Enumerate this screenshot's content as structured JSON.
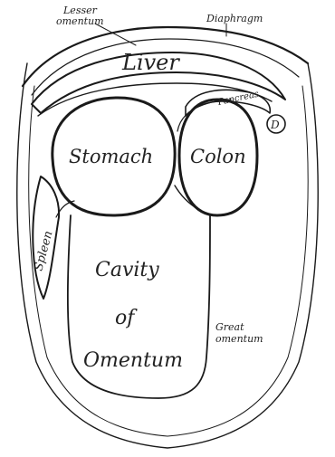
{
  "labels": {
    "lesser_omentum_1": "Lesser",
    "lesser_omentum_2": "omentum",
    "diaphragm": "Diaphragm",
    "liver": "Liver",
    "pancreas": "Pancreas",
    "duodenum": "D",
    "stomach": "Stomach",
    "colon": "Colon",
    "spleen": "Spleen",
    "cavity_1": "Cavity",
    "cavity_2": "of",
    "cavity_3": "Omentum",
    "great_omentum_1": "Great",
    "great_omentum_2": "omentum"
  }
}
